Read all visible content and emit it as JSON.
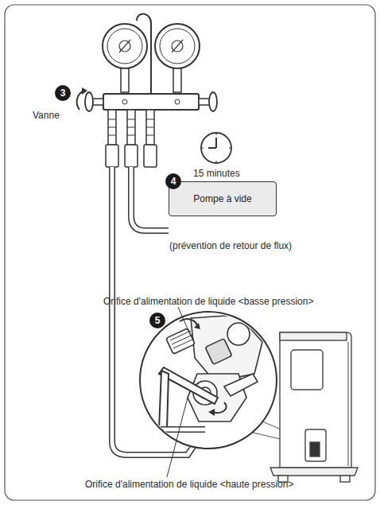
{
  "diagram": {
    "nodes": [
      {
        "text": [
          "Pompe à vide"
        ]
      }
    ],
    "labels": [
      "3",
      "Vanne",
      "15 minutes",
      "4",
      "(prévention de retour de flux)",
      "Orifice d'alimentation de liquide <basse pression>",
      "5",
      "Orifice d'alimentation de liquide <haute pression>"
    ]
  }
}
